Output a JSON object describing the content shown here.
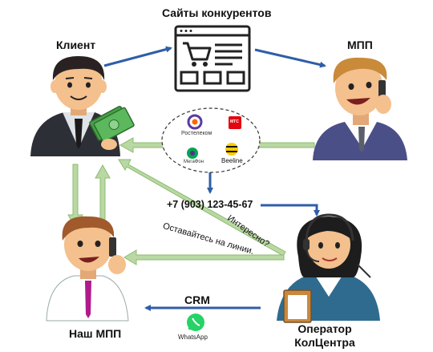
{
  "labels": {
    "competitors_title": "Сайты конкурентов",
    "client": "Клиент",
    "mpp": "МПП",
    "our_mpp": "Наш МПП",
    "operator_line1": "Оператор",
    "operator_line2": "КолЦентра",
    "crm": "CRM",
    "phone_number": "+7 (903) 123-45-67",
    "question": "Интересно?",
    "stay_on_line": "Оставайтесь на линии.",
    "whatsapp": "WhatsApp"
  },
  "operators": {
    "rostelecom": "Ростелеком",
    "mts": "МТС",
    "megafon": "МегаФон",
    "beeline": "Beeline"
  },
  "colors": {
    "blue_arrow": "#2f5ea8",
    "green_arrow": "#b9d8a3",
    "green_arrow_stroke": "#8cbb70",
    "skin": "#f4c08d",
    "suit": "#2d2f36",
    "shirt": "#dfe3e8",
    "money": "#4aa04a",
    "mts_red": "#e30611",
    "beeline_yellow": "#ffcc00",
    "whatsapp_green": "#25d366"
  }
}
